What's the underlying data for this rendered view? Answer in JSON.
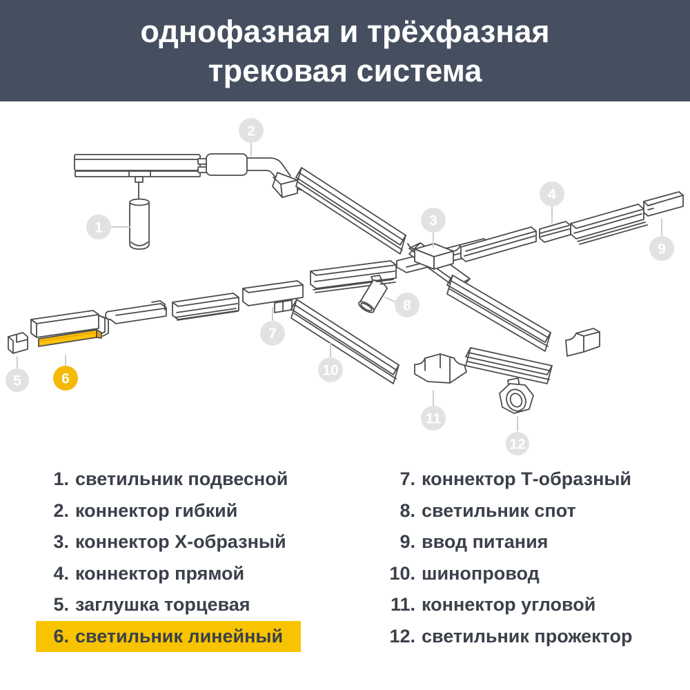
{
  "header": {
    "title_line1": "однофазная и трёхфазная",
    "title_line2": "трековая система",
    "bg_color": "#454F60",
    "text_color": "#FFFFFF"
  },
  "diagram": {
    "callout_numbers": [
      "1",
      "2",
      "3",
      "4",
      "5",
      "6",
      "7",
      "8",
      "9",
      "10",
      "11",
      "12"
    ],
    "highlighted_callout": "6",
    "callout_bg": "#E2E2E2",
    "callout_text_color": "#FFFFFF",
    "highlight_color": "#F5B90A",
    "line_color": "#4B4B4B"
  },
  "legend": {
    "highlight_bg": "#F8C301",
    "left": [
      {
        "num": "1.",
        "label": "светильник подвесной"
      },
      {
        "num": "2.",
        "label": "коннектор гибкий"
      },
      {
        "num": "3.",
        "label": "коннектор Х-образный"
      },
      {
        "num": "4.",
        "label": "коннектор прямой"
      },
      {
        "num": "5.",
        "label": "заглушка торцевая"
      },
      {
        "num": "6.",
        "label": "светильник линейный",
        "highlighted": true
      }
    ],
    "right": [
      {
        "num": "7.",
        "label": "коннектор Т-образный"
      },
      {
        "num": "8.",
        "label": "светильник спот"
      },
      {
        "num": "9.",
        "label": "ввод питания"
      },
      {
        "num": "10.",
        "label": "шинопровод"
      },
      {
        "num": "11.",
        "label": "коннектор угловой"
      },
      {
        "num": "12.",
        "label": "светильник прожектор"
      }
    ]
  }
}
